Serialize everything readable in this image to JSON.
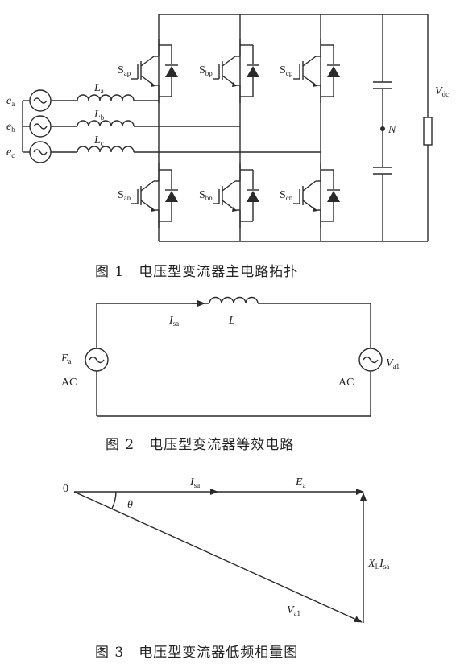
{
  "fig1": {
    "caption": "图 1　电压型变流器主电路拓扑",
    "sources": [
      {
        "main": "e",
        "sub": "a"
      },
      {
        "main": "e",
        "sub": "b"
      },
      {
        "main": "e",
        "sub": "c"
      }
    ],
    "inductors": [
      {
        "main": "L",
        "sub": "a"
      },
      {
        "main": "L",
        "sub": "b"
      },
      {
        "main": "L",
        "sub": "c"
      }
    ],
    "switches_top": [
      {
        "main": "S",
        "sub": "ap"
      },
      {
        "main": "S",
        "sub": "bp"
      },
      {
        "main": "S",
        "sub": "cp"
      }
    ],
    "switches_bottom": [
      {
        "main": "S",
        "sub": "an"
      },
      {
        "main": "S",
        "sub": "bn"
      },
      {
        "main": "S",
        "sub": "cn"
      }
    ],
    "neutral": "N",
    "vdc": {
      "main": "V",
      "sub": "dc"
    }
  },
  "fig2": {
    "caption": "图 2　电压型变流器等效电路",
    "current": {
      "main": "I",
      "sub": "sa"
    },
    "inductor": "L",
    "left_source": {
      "main": "E",
      "sub": "a",
      "type": "AC"
    },
    "right_source": {
      "main": "V",
      "sub": "a1",
      "type": "AC"
    }
  },
  "fig3": {
    "caption": "图 3　电压型变流器低频相量图",
    "origin": "0",
    "angle": "θ",
    "isa": {
      "main": "I",
      "sub": "sa"
    },
    "ea": {
      "main": "E",
      "sub": "a"
    },
    "drop": {
      "main1": "X",
      "sub1": "L",
      "main2": "I",
      "sub2": "sa"
    },
    "va1": {
      "main": "V",
      "sub": "a1"
    }
  }
}
